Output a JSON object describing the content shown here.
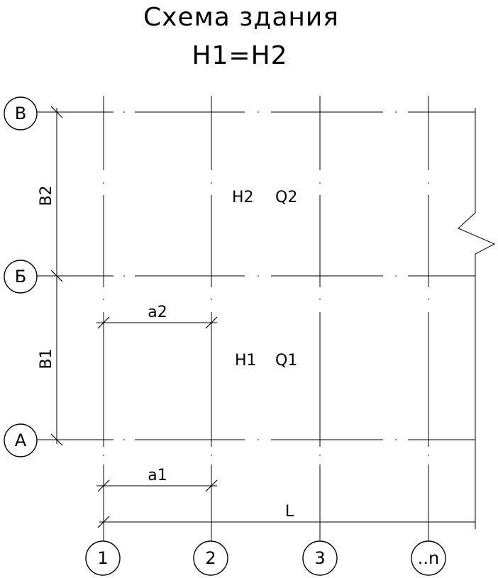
{
  "title": {
    "line1": "Схема здания",
    "line2": "H1=H2"
  },
  "axes": {
    "columns": [
      {
        "id": "col-1",
        "label": "1"
      },
      {
        "id": "col-2",
        "label": "2"
      },
      {
        "id": "col-3",
        "label": "3"
      },
      {
        "id": "col-n",
        "label": "..n"
      }
    ],
    "rows": [
      {
        "id": "row-v",
        "label": "В"
      },
      {
        "id": "row-b",
        "label": "Б"
      },
      {
        "id": "row-a",
        "label": "А"
      }
    ]
  },
  "dimensions": {
    "b2": "B2",
    "b1": "B1",
    "a2": "a2",
    "a1": "a1",
    "l": "L"
  },
  "zones": {
    "upper": {
      "height": "H2",
      "load": "Q2"
    },
    "lower": {
      "height": "H1",
      "load": "Q1"
    }
  }
}
